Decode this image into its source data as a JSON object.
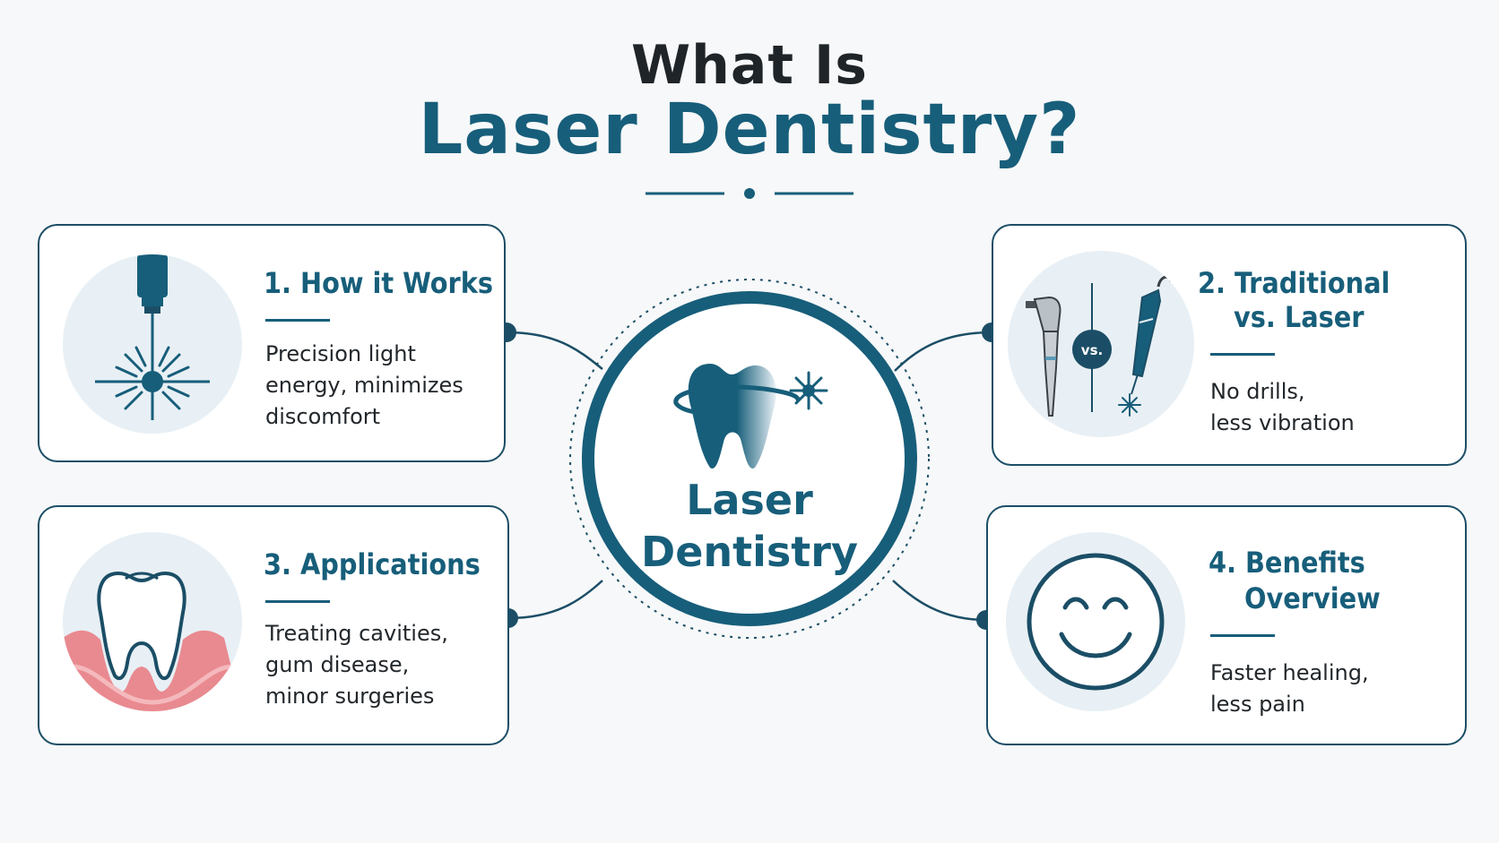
{
  "title": {
    "line1": "What Is",
    "line2": "Laser Dentistry?"
  },
  "hub": {
    "label_line1": "Laser",
    "label_line2": "Dentistry",
    "icon": "tooth-laser-icon"
  },
  "cards": [
    {
      "title": "1. How it Works",
      "lines": [
        "Precision light",
        "energy, minimizes",
        "discomfort"
      ],
      "icon": "laser-beam-icon"
    },
    {
      "title_line1": "2. Traditional",
      "title_line2": "vs. Laser",
      "lines": [
        "No drills,",
        "less vibration"
      ],
      "icon": "drill-vs-laser-icon",
      "vs_label": "vs."
    },
    {
      "title": "3. Applications",
      "lines": [
        "Treating cavities,",
        "gum disease,",
        "minor surgeries"
      ],
      "icon": "tooth-gum-icon"
    },
    {
      "title_line1": "4. Benefits",
      "title_line2": "Overview",
      "lines": [
        "Faster healing,",
        "less pain"
      ],
      "icon": "smiley-face-icon"
    }
  ],
  "colors": {
    "primary": "#175e7a",
    "dark_border": "#1b4e66",
    "text": "#22272b",
    "title_dark": "#1f2428",
    "icon_bg": "#e8f0f5",
    "gum": "#e98a90"
  }
}
